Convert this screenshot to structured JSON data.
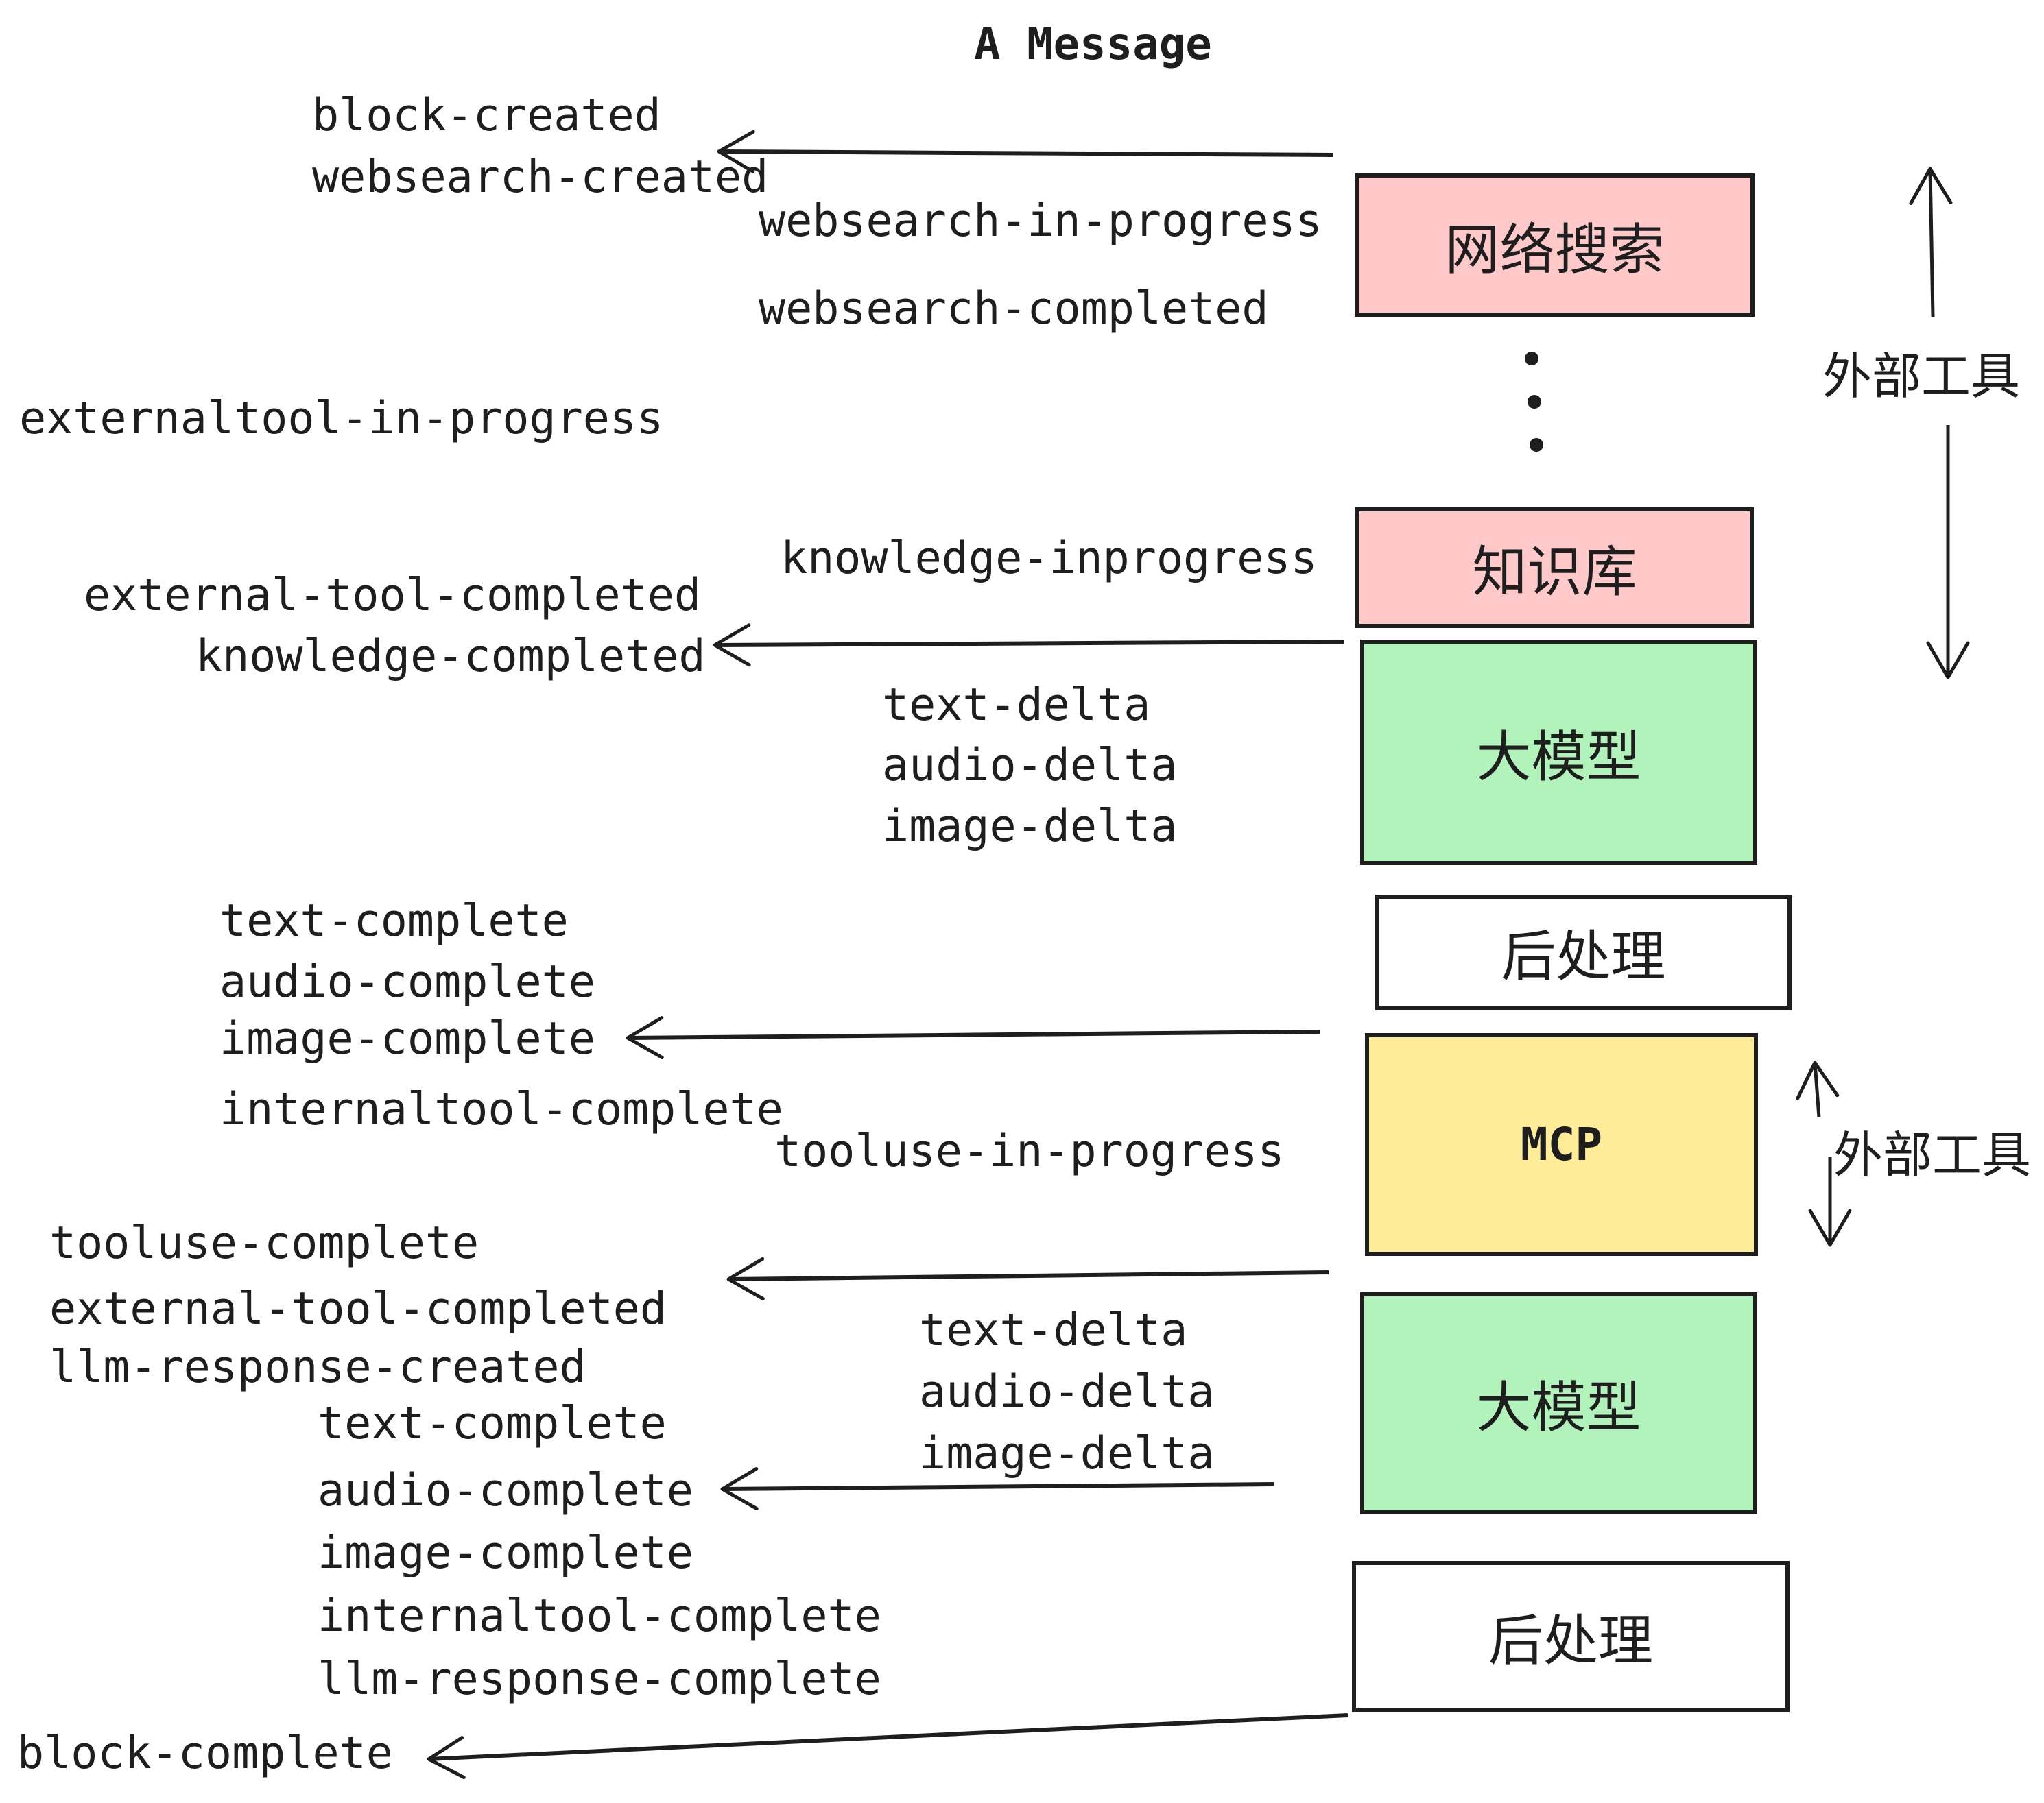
{
  "title": "A Message",
  "colors": {
    "pink": "#ffc9c9",
    "green": "#b2f2bb",
    "yellow": "#ffec99",
    "white": "#ffffff",
    "ink": "#1e1e1e"
  },
  "boxes": [
    {
      "label": "网络搜索",
      "color": "#ffc9c9"
    },
    {
      "label": "知识库",
      "color": "#ffc9c9"
    },
    {
      "label": "大模型",
      "color": "#b2f2bb"
    },
    {
      "label": "后处理",
      "color": "#ffffff"
    },
    {
      "label": "MCP",
      "color": "#ffec99"
    },
    {
      "label": "大模型",
      "color": "#b2f2bb"
    },
    {
      "label": "后处理",
      "color": "#ffffff"
    }
  ],
  "side_labels": [
    {
      "text": "外部工具"
    },
    {
      "text": "外部工具"
    }
  ],
  "events": [
    {
      "text": "block-created"
    },
    {
      "text": "websearch-created"
    },
    {
      "text": "websearch-in-progress"
    },
    {
      "text": "websearch-completed"
    },
    {
      "text": "externaltool-in-progress"
    },
    {
      "text": "knowledge-inprogress"
    },
    {
      "text": "external-tool-completed"
    },
    {
      "text": "knowledge-completed"
    },
    {
      "text": "text-delta"
    },
    {
      "text": "audio-delta"
    },
    {
      "text": "image-delta"
    },
    {
      "text": "text-complete"
    },
    {
      "text": "audio-complete"
    },
    {
      "text": "image-complete"
    },
    {
      "text": "internaltool-complete"
    },
    {
      "text": "tooluse-in-progress"
    },
    {
      "text": "tooluse-complete"
    },
    {
      "text": "external-tool-completed"
    },
    {
      "text": "llm-response-created"
    },
    {
      "text": "text-complete"
    },
    {
      "text": "audio-complete"
    },
    {
      "text": "image-complete"
    },
    {
      "text": "internaltool-complete"
    },
    {
      "text": "llm-response-complete"
    },
    {
      "text": "block-complete"
    },
    {
      "text": "text-delta"
    },
    {
      "text": "audio-delta"
    },
    {
      "text": "image-delta"
    }
  ]
}
